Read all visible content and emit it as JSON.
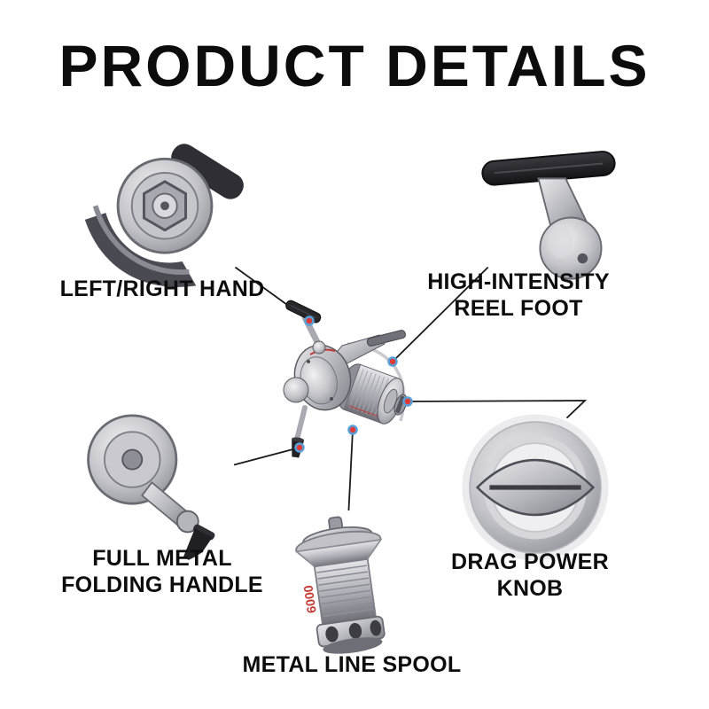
{
  "page": {
    "title": "PRODUCT DETAILS"
  },
  "callouts": {
    "left_right_hand": {
      "label": "LEFT/RIGHT HAND"
    },
    "reel_foot": {
      "line1": "HIGH-INTENSITY",
      "line2": "REEL FOOT"
    },
    "folding_handle": {
      "line1": "FULL METAL",
      "line2": "FOLDING HANDLE"
    },
    "drag_knob": {
      "line1": "DRAG POWER",
      "line2": "KNOB"
    },
    "line_spool": {
      "label": "METAL LINE SPOOL"
    }
  },
  "spool": {
    "model": "6000"
  },
  "colors": {
    "title_text": "#0c0c0c",
    "label_text": "#0d0d0d",
    "connector_line": "#1a1a1a",
    "marker_fill": "#e03a36",
    "marker_ring": "#5aa0d8",
    "accent_red": "#c43a35",
    "metal_light": "#e9e9ec",
    "metal_dark": "#55555c"
  }
}
